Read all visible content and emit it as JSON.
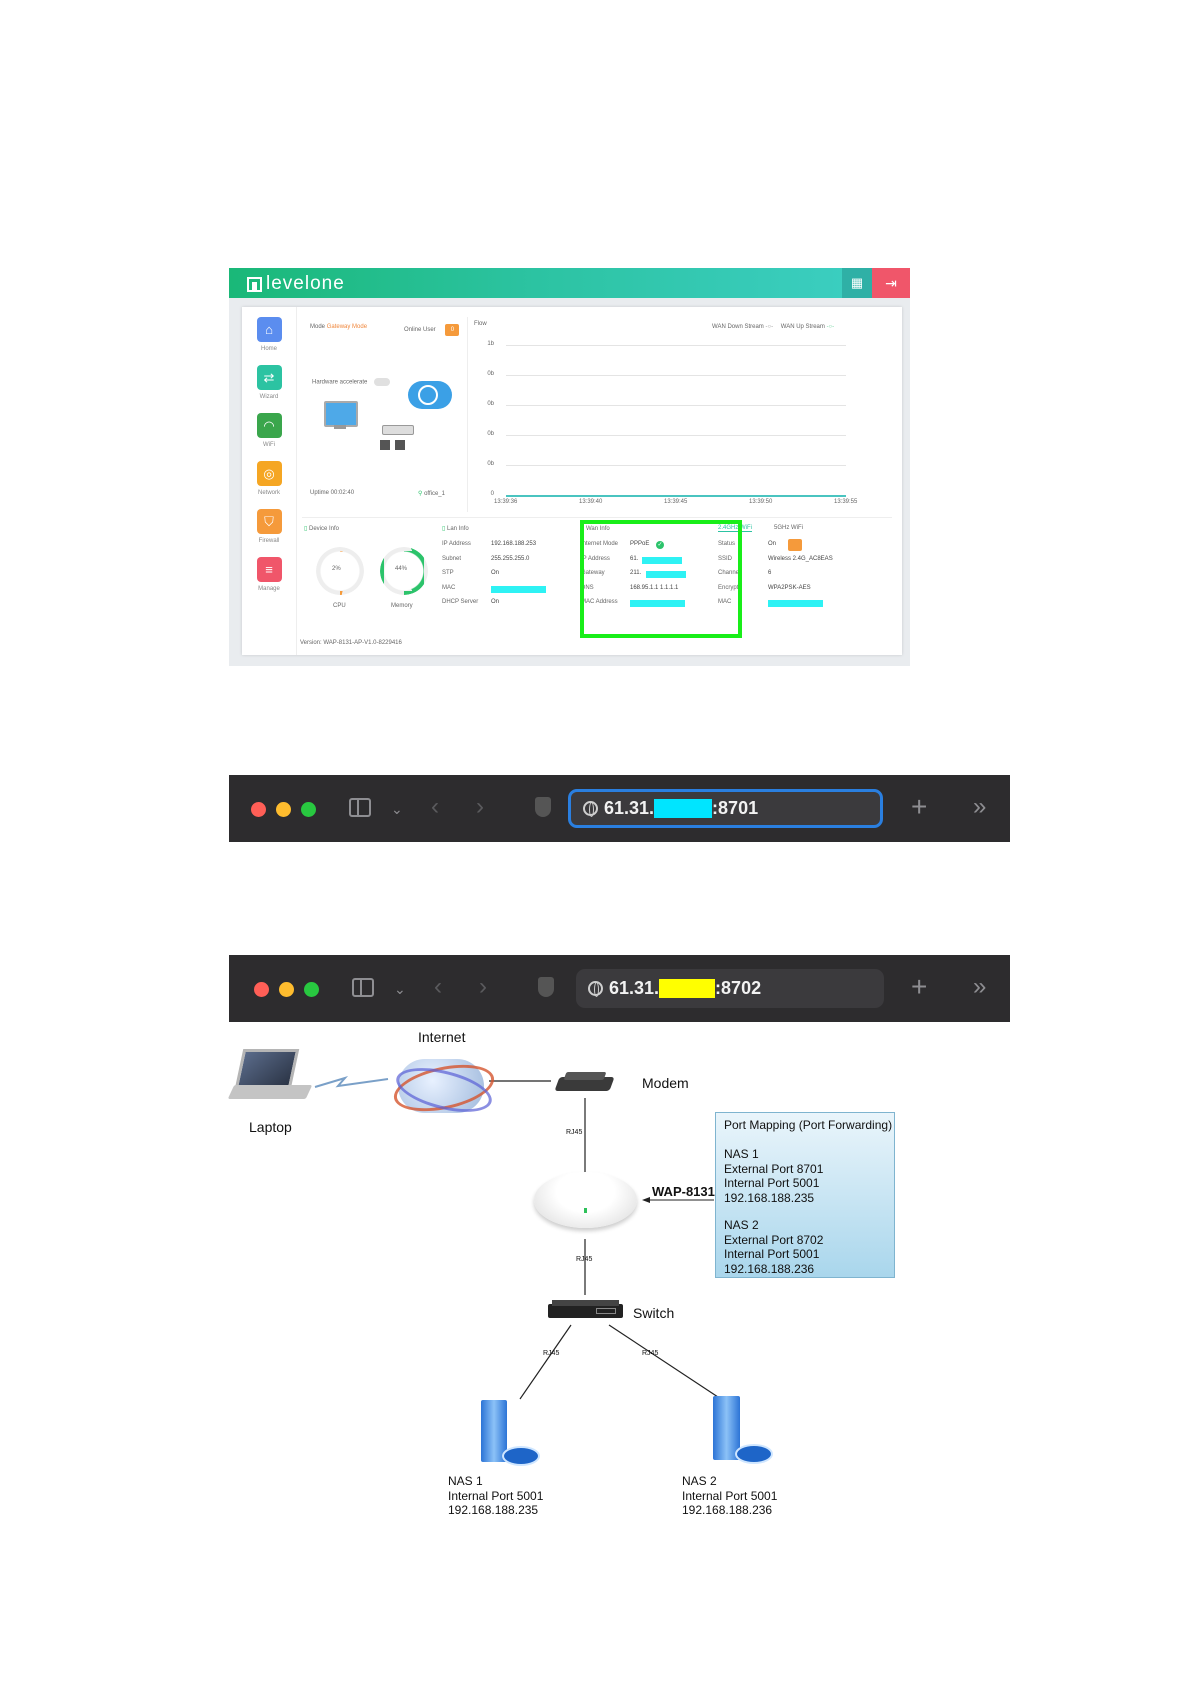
{
  "admin": {
    "brand": "levelone",
    "nav": [
      {
        "label": "Home",
        "color": "#5b8def",
        "icon": "home-icon",
        "glyph": "⌂"
      },
      {
        "label": "Wizard",
        "color": "#2cc3a2",
        "icon": "wizard-icon",
        "glyph": "⇄"
      },
      {
        "label": "WiFi",
        "color": "#3aa64c",
        "icon": "wifi-icon",
        "glyph": "◠"
      },
      {
        "label": "Network",
        "color": "#f5a623",
        "icon": "network-icon",
        "glyph": "◎"
      },
      {
        "label": "Firewall",
        "color": "#f59a3b",
        "icon": "firewall-icon",
        "glyph": "⛉"
      },
      {
        "label": "Manage",
        "color": "#f0566a",
        "icon": "manage-icon",
        "glyph": "≡"
      }
    ],
    "mode_label": "Mode",
    "mode_value": "Gateway Mode",
    "online_user_label": "Online User",
    "online_user_value": "0",
    "hw_accel_label": "Hardware accelerate",
    "uptime": "Uptime 00:02:40",
    "location": "office_1",
    "flow": {
      "title": "Flow",
      "legend_down": "WAN Down Stream",
      "legend_up": "WAN Up Stream",
      "y_ticks": [
        "1b",
        "0b",
        "0b",
        "0b",
        "0b",
        "0"
      ],
      "x_ticks": [
        "13:39:36",
        "13:39:40",
        "13:39:45",
        "13:39:50",
        "13:39:55"
      ]
    },
    "device_info": {
      "title": "Device Info",
      "cpu_value": "2%",
      "cpu_label": "CPU",
      "memory_value": "44%",
      "memory_label": "Memory",
      "cpu_fraction": 0.02,
      "memory_fraction": 0.44
    },
    "lan_info": {
      "title": "Lan Info",
      "rows": [
        {
          "k": "IP Address",
          "v": "192.168.188.253"
        },
        {
          "k": "Subnet",
          "v": "255.255.255.0"
        },
        {
          "k": "STP",
          "v": "On"
        },
        {
          "k": "MAC",
          "v": ""
        },
        {
          "k": "DHCP Server",
          "v": "On"
        }
      ]
    },
    "wan_info": {
      "title": "Wan Info",
      "rows": [
        {
          "k": "Internet Mode",
          "v": "PPPoE"
        },
        {
          "k": "IP Address",
          "v": "61."
        },
        {
          "k": "Gateway",
          "v": "211."
        },
        {
          "k": "DNS",
          "v": "168.95.1.1 1.1.1.1"
        },
        {
          "k": "MAC Address",
          "v": ""
        }
      ]
    },
    "wifi": {
      "tab_24": "2.4GHz WiFi",
      "tab_5": "5GHz WiFi",
      "rows": [
        {
          "k": "Status",
          "v": "On"
        },
        {
          "k": "SSID",
          "v": "Wireless 2.4G_AC8EAS"
        },
        {
          "k": "Channel",
          "v": "6"
        },
        {
          "k": "Encrypt",
          "v": "WPA2PSK-AES"
        },
        {
          "k": "MAC",
          "v": ""
        }
      ]
    },
    "version": "Version: WAP-8131-AP-V1.0-8229416"
  },
  "browser_bars": [
    {
      "url_prefix": "61.31.",
      "url_suffix": ":8701",
      "mask_color": "#00e5ff"
    },
    {
      "url_prefix": "61.31.",
      "url_suffix": ":8702",
      "mask_color": "#ffff00"
    }
  ],
  "diagram": {
    "internet": "Internet",
    "laptop": "Laptop",
    "modem": "Modem",
    "wap": "WAP-8131",
    "switch": "Switch",
    "rj45": "RJ45",
    "port_mapping": {
      "title": "Port Mapping (Port Forwarding)",
      "nas1": "NAS 1\nExternal Port 8701\nInternal Port 5001\n192.168.188.235",
      "nas2": "NAS 2\nExternal Port 8702\nInternal Port 5001\n192.168.188.236"
    },
    "nas1_label": "NAS 1\nInternal Port 5001\n192.168.188.235",
    "nas2_label": "NAS 2\nInternal Port 5001\n192.168.188.236"
  }
}
